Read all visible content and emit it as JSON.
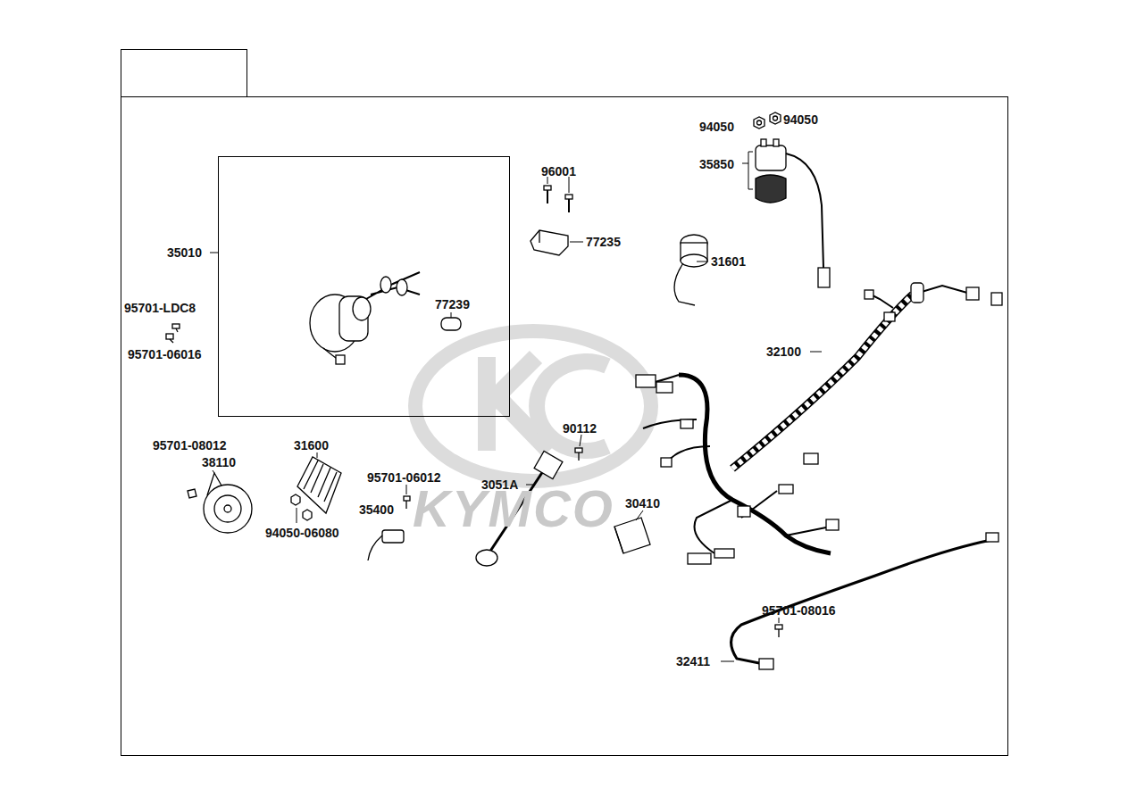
{
  "diagram": {
    "labels": [
      "94050",
      "94050",
      "35850",
      "96001",
      "77235",
      "31601",
      "35010",
      "95701-LDC8",
      "77239",
      "95701-06016",
      "32100",
      "90112",
      "95701-08012",
      "38110",
      "31600",
      "95701-06012",
      "3051A",
      "30410",
      "35400",
      "94050-06080",
      "95701-08016",
      "32411",
      "KYMCO"
    ]
  }
}
